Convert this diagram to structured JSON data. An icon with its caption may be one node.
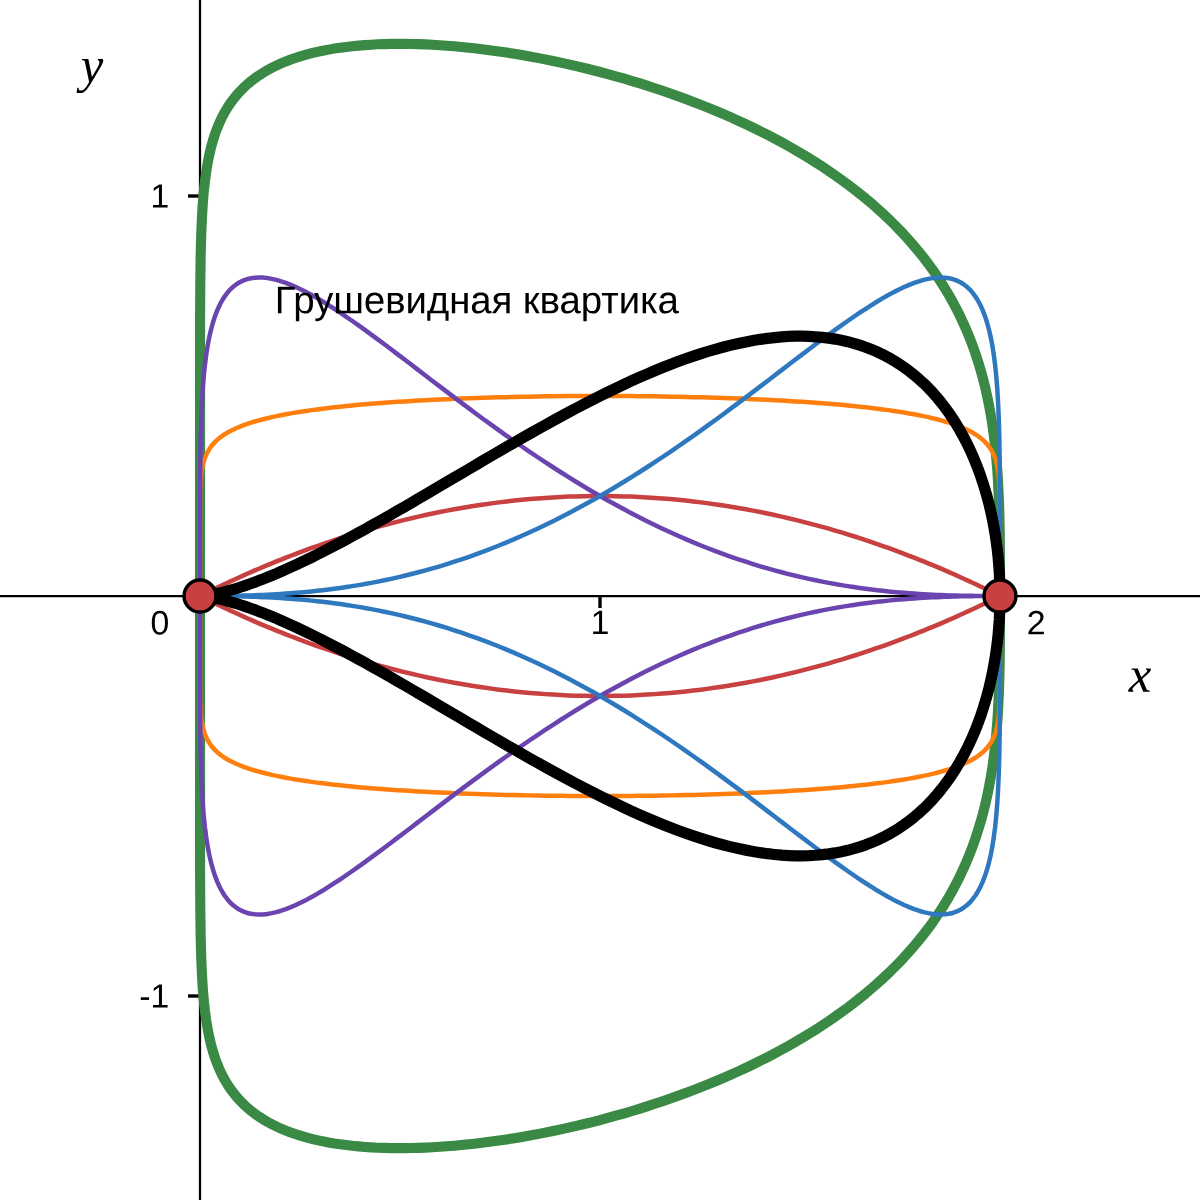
{
  "diagram": {
    "labels": [
      "y",
      "1",
      "Грушевидная квартика",
      "0",
      "1",
      "2",
      "x",
      "-1"
    ]
  }
}
